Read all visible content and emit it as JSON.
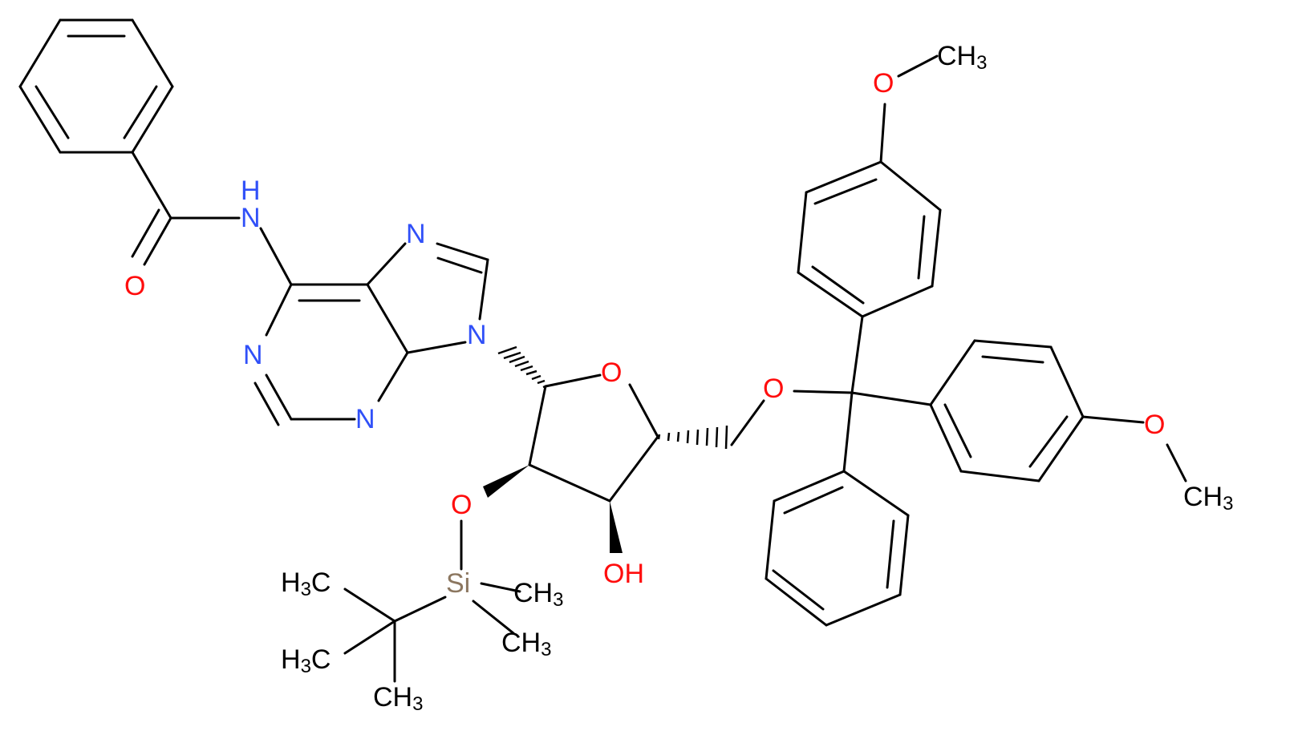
{
  "colors": {
    "bond": "#000000",
    "N": "#3050F8",
    "O": "#FF0D0D",
    "Si": "#8C7760",
    "C": "#000000"
  },
  "labels": {
    "nh_N": "N",
    "nh_H": "H",
    "amide_O": "O",
    "n7": "N",
    "n9": "N",
    "n1": "N",
    "n3": "N",
    "ring_O": "O",
    "o_tbs": "O",
    "si": "Si",
    "oh": "OH",
    "o_dmt": "O",
    "o_meo1": "O",
    "o_meo2": "O",
    "ch3": "CH",
    "h3c": "H",
    "three": "3",
    "c": "C"
  }
}
